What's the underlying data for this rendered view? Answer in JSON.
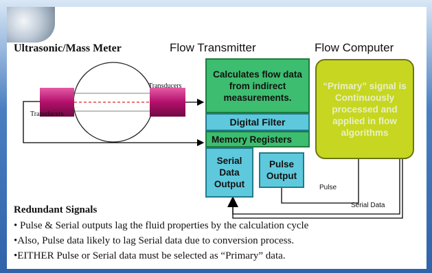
{
  "headers": {
    "meter": "Ultrasonic/Mass Meter",
    "transmitter": "Flow Transmitter",
    "computer": "Flow Computer"
  },
  "meter": {
    "transducer_right": "Transducers",
    "transducer_left": "Transducers"
  },
  "transmitter": {
    "calc_text": "Calculates flow data from indirect measurements.",
    "digital_filter": "Digital Filter",
    "memory_registers": "Memory Registers",
    "serial_output": "Serial Data Output",
    "pulse_output": "Pulse Output"
  },
  "computer": {
    "primary_text": "“Primary” signal is Continuously processed and applied in flow algorithms"
  },
  "connections": {
    "pulse_label": "Pulse",
    "serial_label": "Serial Data"
  },
  "notes": {
    "heading": "Redundant Signals",
    "bullets": [
      "• Pulse & Serial outputs lag the fluid properties by the calculation cycle",
      "•Also, Pulse data likely to lag Serial data due to conversion process.",
      "•EITHER Pulse or Serial data must be selected as “Primary” data."
    ]
  },
  "colors": {
    "calc_box": "#3dbd6f",
    "digital_filter": "#5ec9dc",
    "memory_registers": "#3dbd6f",
    "serial_box": "#5ec9dc",
    "pulse_box": "#5ec9dc",
    "computer_box": "#c7d620",
    "computer_text": "#e8f0c8",
    "transducer": "#c4177a",
    "centerline": "#e0201e"
  }
}
